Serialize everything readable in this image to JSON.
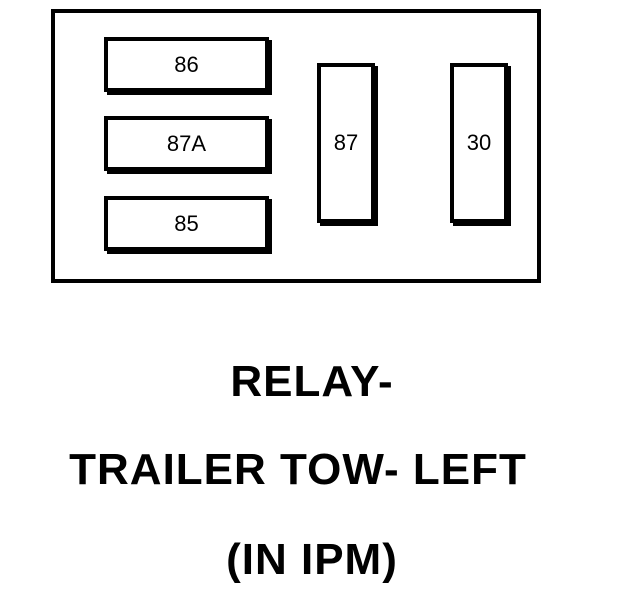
{
  "diagram": {
    "terminals": {
      "t86": "86",
      "t87a": "87A",
      "t85": "85",
      "t87": "87",
      "t30": "30"
    }
  },
  "caption": {
    "line1": "RELAY-",
    "line2": "TRAILER TOW- LEFT",
    "line3": "(IN IPM)"
  }
}
